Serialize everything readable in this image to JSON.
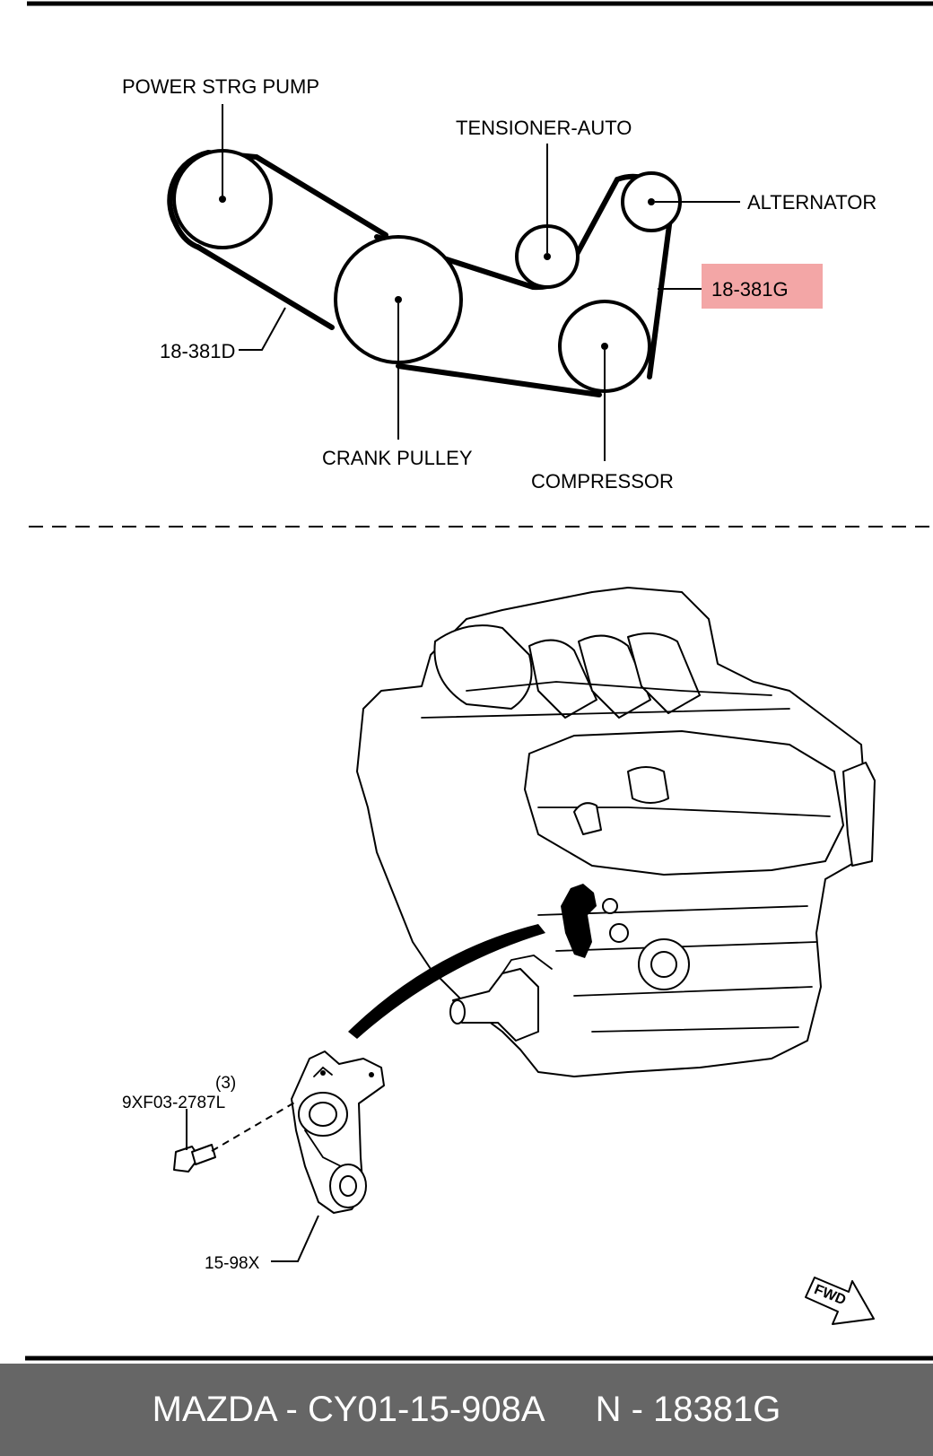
{
  "labels": {
    "power_steering_pump": "POWER STRG PUMP",
    "tensioner_auto": "TENSIONER-AUTO",
    "alternator": "ALTERNATOR",
    "belt_g": "18-381G",
    "belt_d": "18-381D",
    "crank_pulley": "CRANK PULLEY",
    "compressor": "COMPRESSOR",
    "bolt_qty": "(3)",
    "bolt_part": "9XF03-2787L",
    "tensioner_part": "15-98X",
    "fwd": "FWD"
  },
  "colors": {
    "highlight": "#f3a6a6",
    "highlight_text": "#cc2222",
    "footer_bg": "#666666"
  },
  "footer": {
    "left": "MAZDA - CY01-15-908A",
    "right": "N - 18381G"
  }
}
